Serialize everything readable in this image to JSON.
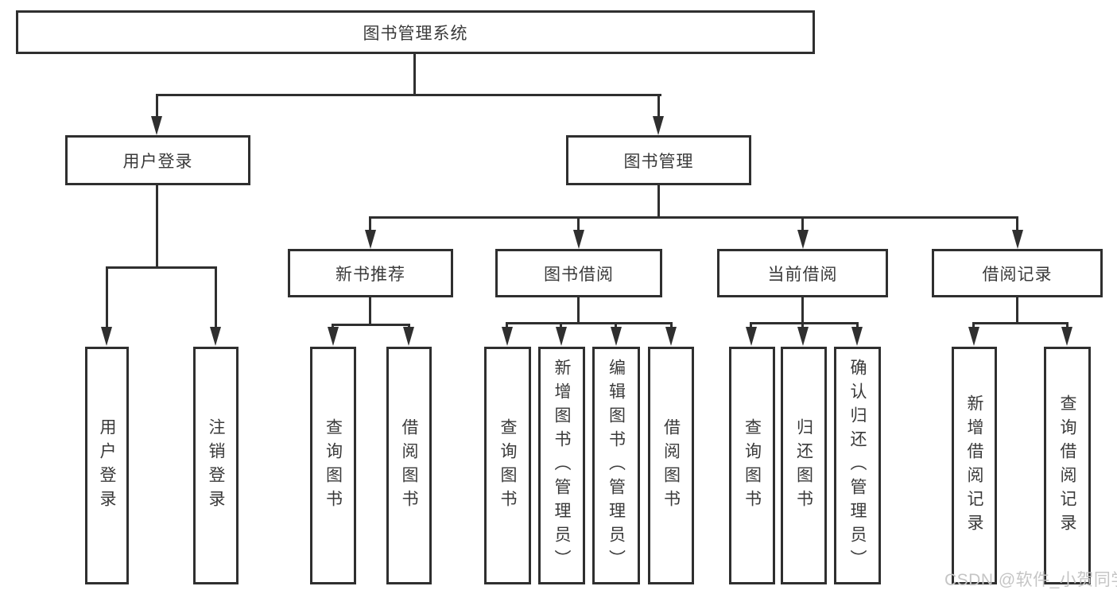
{
  "colors": {
    "line": "#2f2f2f",
    "text": "#3a3a3a",
    "background": "#ffffff",
    "watermark": "#c5c5c5"
  },
  "root": {
    "label": "图书管理系统",
    "children": [
      {
        "label": "用户登录",
        "children": [
          {
            "label": "用户登录"
          },
          {
            "label": "注销登录"
          }
        ]
      },
      {
        "label": "图书管理",
        "children": [
          {
            "label": "新书推荐",
            "children": [
              {
                "label": "查询图书"
              },
              {
                "label": "借阅图书"
              }
            ]
          },
          {
            "label": "图书借阅",
            "children": [
              {
                "label": "查询图书"
              },
              {
                "label": "新增图书（管理员）"
              },
              {
                "label": "编辑图书（管理员）"
              },
              {
                "label": "借阅图书"
              }
            ]
          },
          {
            "label": "当前借阅",
            "children": [
              {
                "label": "查询图书"
              },
              {
                "label": "归还图书"
              },
              {
                "label": "确认归还（管理员）"
              }
            ]
          },
          {
            "label": "借阅记录",
            "children": [
              {
                "label": "新增借阅记录"
              },
              {
                "label": "查询借阅记录"
              }
            ]
          }
        ]
      }
    ]
  },
  "watermark": "CSDN @软件_小贺同学"
}
